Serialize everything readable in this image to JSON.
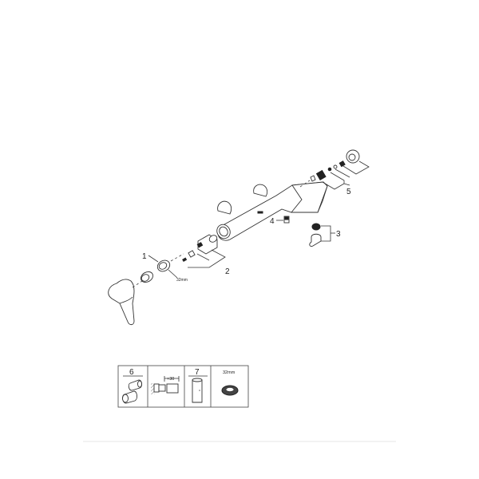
{
  "diagram": {
    "type": "exploded-parts-view",
    "callouts": [
      {
        "id": "1",
        "label": "1",
        "note": "32mm"
      },
      {
        "id": "2",
        "label": "2"
      },
      {
        "id": "3",
        "label": "3"
      },
      {
        "id": "4",
        "label": "4"
      },
      {
        "id": "5",
        "label": "5"
      }
    ],
    "dimension_note": "32mm"
  },
  "accessory_table": {
    "cells": [
      {
        "number": "6",
        "content": "extension-sleeves"
      },
      {
        "number": "",
        "content": "extension-diagram",
        "dimension": "+30"
      },
      {
        "number": "7",
        "content": "cartridge-sleeve"
      },
      {
        "number": "",
        "content": "rosette-ring",
        "dimension": "32mm"
      }
    ]
  },
  "colors": {
    "line": "#333333",
    "background": "#ffffff",
    "footer_rule": "#f2f2f2"
  }
}
